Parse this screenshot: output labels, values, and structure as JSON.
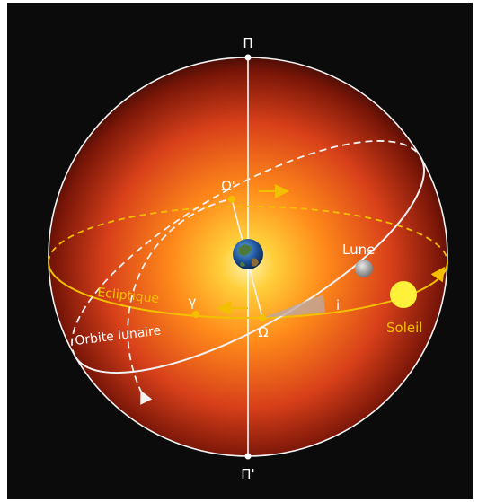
{
  "labels": {
    "north_pole": "Π",
    "south_pole": "Π'",
    "ascending_node": "Ω",
    "descending_node": "Ω'",
    "vernal_point": "γ",
    "inclination": "i",
    "ecliptic": "Écliptique",
    "lunar_orbit": "Orbite lunaire",
    "moon": "Lune",
    "sun": "Soleil"
  },
  "colors": {
    "background": "#0b0b0b",
    "sphere_center": "#ffd24a",
    "sphere_edge": "#c42a10",
    "ecliptic": "#f2c000",
    "orbit": "#f2f2f2",
    "sun": "#fff03a",
    "angle_fill": "#b9a8a8"
  },
  "icons": {
    "earth": "earth-icon",
    "moon": "moon-icon",
    "sun": "sun-icon"
  }
}
